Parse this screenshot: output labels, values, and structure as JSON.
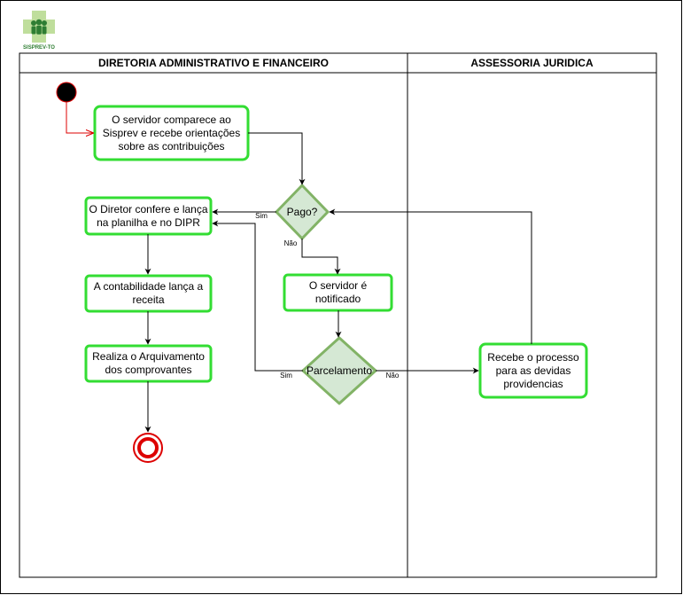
{
  "logo": {
    "text": "SISPREV-TO"
  },
  "lanes": [
    {
      "title": "DIRETORIA ADMINISTRATIVO E FINANCEIRO"
    },
    {
      "title": "ASSESSORIA JURIDICA"
    }
  ],
  "nodes": {
    "orientacao": "O servidor comparece ao Sisprev e recebe orientações sobre as contribuições",
    "pago": "Pago?",
    "diretor": "O Diretor confere e lança na planilha e no DIPR",
    "contabilidade": "A contabilidade lança a receita",
    "notificado": "O servidor é notificado",
    "parcelamento": "Parcelamento",
    "arquivamento": "Realiza o Arquivamento dos comprovantes",
    "providencias": "Recebe o processo para as devidas providencias"
  },
  "edge_labels": {
    "pago_sim": "Sim",
    "pago_nao": "Não",
    "parc_sim": "Sim",
    "parc_nao": "Não"
  },
  "colors": {
    "node_border": "#33dd33",
    "decision_fill": "#d5e8d4",
    "decision_border": "#82b366",
    "start": "#000000",
    "start_arrow": "#dd0000",
    "end": "#dd0000"
  }
}
